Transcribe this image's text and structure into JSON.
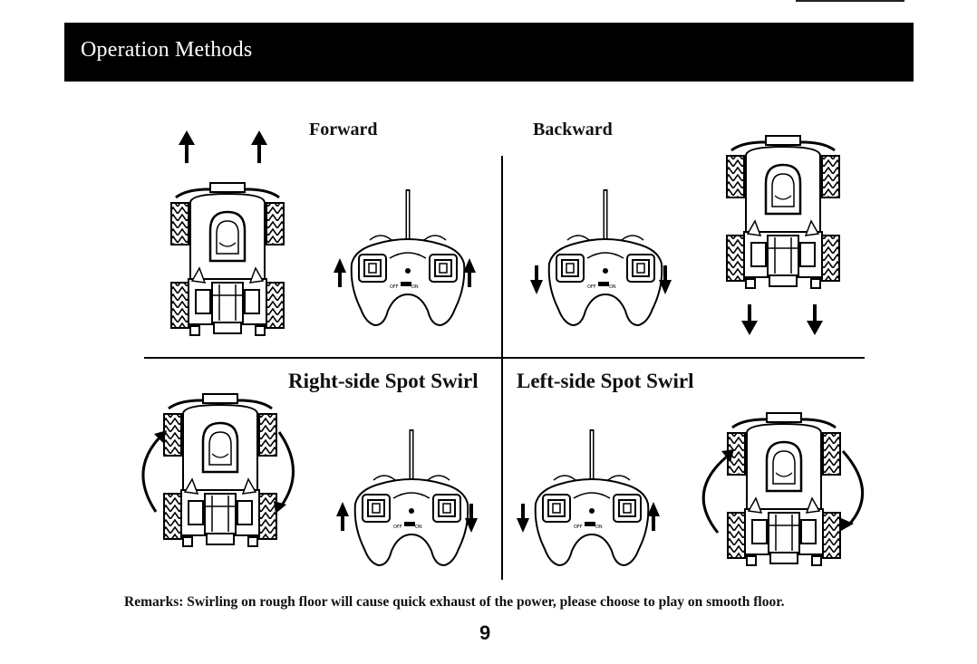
{
  "header": {
    "title": "Operation Methods"
  },
  "panels": {
    "forward": {
      "label": "Forward"
    },
    "backward": {
      "label": "Backward"
    },
    "right_swirl": {
      "label": "Right-side Spot Swirl"
    },
    "left_swirl": {
      "label": "Left-side Spot Swirl"
    }
  },
  "remote": {
    "switch_off": "OFF",
    "switch_on": "ON"
  },
  "remarks": "Remarks: Swirling on rough floor will cause quick exhaust of the power, please choose to play on smooth floor.",
  "page_number": "9"
}
